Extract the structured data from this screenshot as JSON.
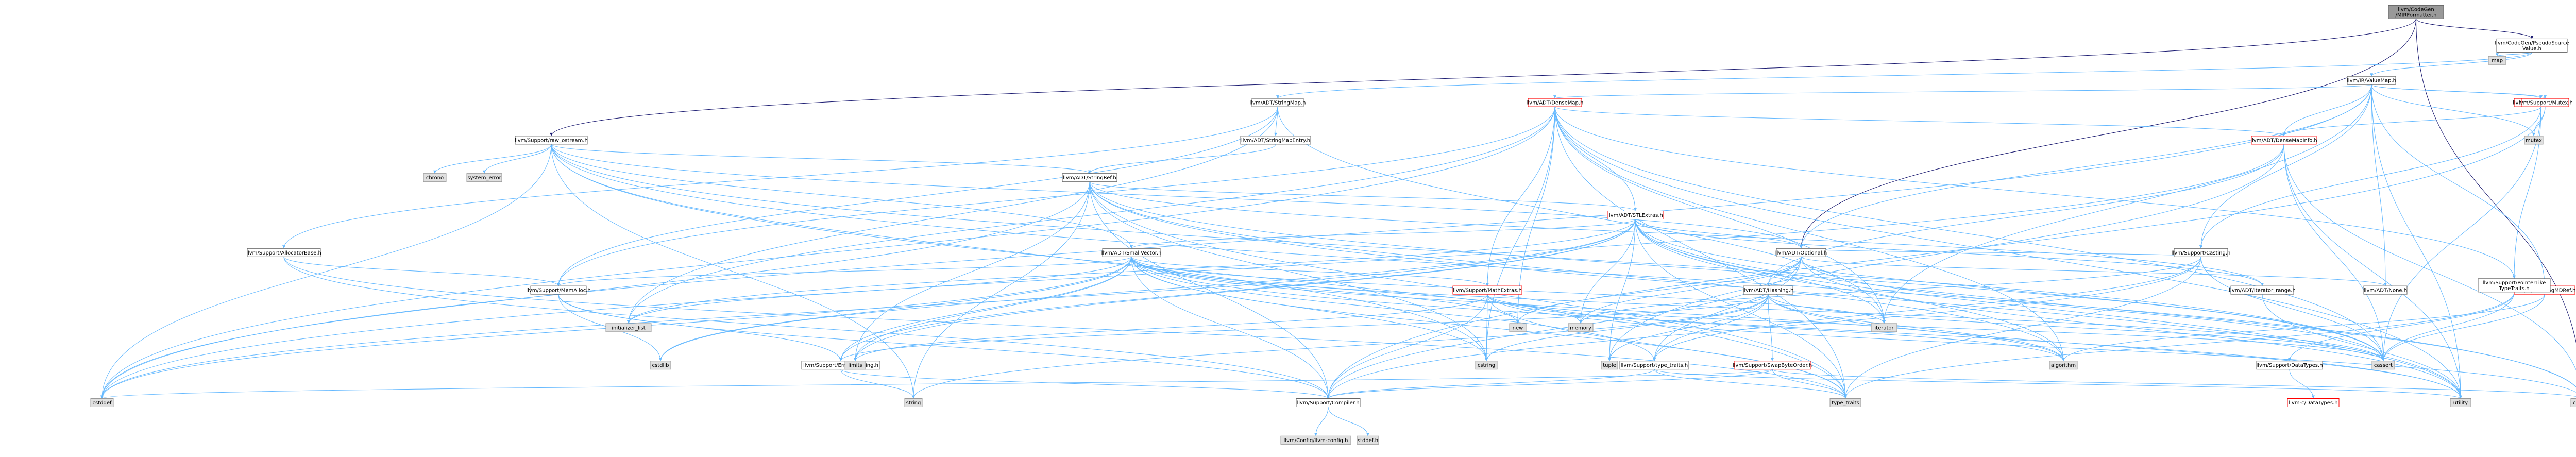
{
  "diagram": {
    "nodes": [
      {
        "id": "root",
        "label": [
          "llvm/CodeGen",
          "/MIRFormatter.h"
        ],
        "kind": "root"
      },
      {
        "id": "pseudo",
        "label": [
          "llvm/CodeGen/PseudoSource",
          "Value.h"
        ],
        "kind": "local"
      },
      {
        "id": "map",
        "label": [
          "map"
        ],
        "kind": "sys"
      },
      {
        "id": "valuemap",
        "label": [
          "llvm/IR/ValueMap.h"
        ],
        "kind": "local"
      },
      {
        "id": "stringmap",
        "label": [
          "llvm/ADT/StringMap.h"
        ],
        "kind": "local"
      },
      {
        "id": "densemap",
        "label": [
          "llvm/ADT/DenseMap.h"
        ],
        "kind": "red"
      },
      {
        "id": "valuehandle",
        "label": [
          "llvm/IR/ValueHandle.h"
        ],
        "kind": "red"
      },
      {
        "id": "mutex",
        "label": [
          "llvm/Support/Mutex.h"
        ],
        "kind": "red"
      },
      {
        "id": "mutexsys",
        "label": [
          "mutex"
        ],
        "kind": "sys"
      },
      {
        "id": "rawostream",
        "label": [
          "llvm/Support/raw_ostream.h"
        ],
        "kind": "local"
      },
      {
        "id": "stringmapentry",
        "label": [
          "llvm/ADT/StringMapEntry.h"
        ],
        "kind": "local"
      },
      {
        "id": "densemapinfo",
        "label": [
          "llvm/ADT/DenseMapInfo.h"
        ],
        "kind": "red"
      },
      {
        "id": "chrono",
        "label": [
          "chrono"
        ],
        "kind": "sys"
      },
      {
        "id": "systemerror",
        "label": [
          "system_error"
        ],
        "kind": "sys"
      },
      {
        "id": "stringref",
        "label": [
          "llvm/ADT/StringRef.h"
        ],
        "kind": "local"
      },
      {
        "id": "stlextras",
        "label": [
          "llvm/ADT/STLExtras.h"
        ],
        "kind": "red"
      },
      {
        "id": "allocbase",
        "label": [
          "llvm/Support/AllocatorBase.h"
        ],
        "kind": "local"
      },
      {
        "id": "smallvector",
        "label": [
          "llvm/ADT/SmallVector.h"
        ],
        "kind": "local"
      },
      {
        "id": "optional",
        "label": [
          "llvm/ADT/Optional.h"
        ],
        "kind": "local"
      },
      {
        "id": "casting",
        "label": [
          "llvm/Support/Casting.h"
        ],
        "kind": "local"
      },
      {
        "id": "memalloc",
        "label": [
          "llvm/Support/MemAlloc.h"
        ],
        "kind": "local"
      },
      {
        "id": "mathextras",
        "label": [
          "llvm/Support/MathExtras.h"
        ],
        "kind": "red"
      },
      {
        "id": "hashing",
        "label": [
          "llvm/ADT/Hashing.h"
        ],
        "kind": "local"
      },
      {
        "id": "iterrange",
        "label": [
          "llvm/ADT/iterator_range.h"
        ],
        "kind": "local"
      },
      {
        "id": "none",
        "label": [
          "llvm/ADT/None.h"
        ],
        "kind": "local"
      },
      {
        "id": "trackingmd",
        "label": [
          "llvm/IR/TrackingMDRef.h"
        ],
        "kind": "red"
      },
      {
        "id": "ptrlike",
        "label": [
          "llvm/Support/PointerLike",
          "TypeTraits.h"
        ],
        "kind": "local"
      },
      {
        "id": "initlist",
        "label": [
          "initializer_list"
        ],
        "kind": "sys"
      },
      {
        "id": "new",
        "label": [
          "new"
        ],
        "kind": "sys"
      },
      {
        "id": "memory",
        "label": [
          "memory"
        ],
        "kind": "sys"
      },
      {
        "id": "iterator",
        "label": [
          "iterator"
        ],
        "kind": "sys"
      },
      {
        "id": "errorhandling",
        "label": [
          "llvm/Support/ErrorHandling.h"
        ],
        "kind": "local"
      },
      {
        "id": "swapbyte",
        "label": [
          "llvm/Support/SwapByteOrder.h"
        ],
        "kind": "red"
      },
      {
        "id": "typetraits",
        "label": [
          "llvm/Support/type_traits.h"
        ],
        "kind": "local"
      },
      {
        "id": "datatypes",
        "label": [
          "llvm/Support/DataTypes.h"
        ],
        "kind": "local"
      },
      {
        "id": "cdatatypes",
        "label": [
          "llvm-c/DataTypes.h"
        ],
        "kind": "red"
      },
      {
        "id": "cstdlib",
        "label": [
          "cstdlib"
        ],
        "kind": "sys"
      },
      {
        "id": "limits",
        "label": [
          "limits"
        ],
        "kind": "sys"
      },
      {
        "id": "cstring",
        "label": [
          "cstring"
        ],
        "kind": "sys"
      },
      {
        "id": "tuple",
        "label": [
          "tuple"
        ],
        "kind": "sys"
      },
      {
        "id": "algorithm",
        "label": [
          "algorithm"
        ],
        "kind": "sys"
      },
      {
        "id": "cassert",
        "label": [
          "cassert"
        ],
        "kind": "sys"
      },
      {
        "id": "cstddef",
        "label": [
          "cstddef"
        ],
        "kind": "sys"
      },
      {
        "id": "string",
        "label": [
          "string"
        ],
        "kind": "sys"
      },
      {
        "id": "compiler",
        "label": [
          "llvm/Support/Compiler.h"
        ],
        "kind": "local"
      },
      {
        "id": "typetraitssys",
        "label": [
          "type_traits"
        ],
        "kind": "sys"
      },
      {
        "id": "utility",
        "label": [
          "utility"
        ],
        "kind": "sys"
      },
      {
        "id": "cstdint",
        "label": [
          "cstdint"
        ],
        "kind": "sys"
      },
      {
        "id": "llvmconfig",
        "label": [
          "llvm/Config/llvm-config.h"
        ],
        "kind": "sys"
      },
      {
        "id": "stddef",
        "label": [
          "stddef.h"
        ],
        "kind": "sys"
      }
    ],
    "edges": [
      [
        "root",
        "pseudo"
      ],
      [
        "root",
        "rawostream"
      ],
      [
        "root",
        "optional"
      ],
      [
        "root",
        "cstdint"
      ],
      [
        "pseudo",
        "valuemap"
      ],
      [
        "pseudo",
        "map"
      ],
      [
        "pseudo",
        "stringmap"
      ],
      [
        "valuemap",
        "densemap"
      ],
      [
        "valuemap",
        "densemapinfo"
      ],
      [
        "valuemap",
        "none"
      ],
      [
        "valuemap",
        "optional"
      ],
      [
        "valuemap",
        "trackingmd"
      ],
      [
        "valuemap",
        "valuehandle"
      ],
      [
        "valuemap",
        "casting"
      ],
      [
        "valuemap",
        "mutex"
      ],
      [
        "valuemap",
        "iterator"
      ],
      [
        "valuemap",
        "cstddef"
      ],
      [
        "valuemap",
        "mutexsys"
      ],
      [
        "valuemap",
        "type_traits_placeholder"
      ],
      [
        "valuemap",
        "utility"
      ],
      [
        "stringmap",
        "stringmapentry"
      ],
      [
        "stringmap",
        "allocbase"
      ],
      [
        "stringmap",
        "memalloc"
      ],
      [
        "stringmap",
        "initlist"
      ],
      [
        "stringmap",
        "iterator"
      ],
      [
        "densemap",
        "densemapinfo"
      ],
      [
        "densemap",
        "stlextras"
      ],
      [
        "densemap",
        "mathextras"
      ],
      [
        "densemap",
        "memalloc"
      ],
      [
        "densemap",
        "ptrlike"
      ],
      [
        "densemap",
        "algorithm"
      ],
      [
        "densemap",
        "cassert"
      ],
      [
        "densemap",
        "cstddef"
      ],
      [
        "densemap",
        "cstring"
      ],
      [
        "densemap",
        "initlist"
      ],
      [
        "densemap",
        "iterator"
      ],
      [
        "densemap",
        "new"
      ],
      [
        "densemap",
        "typetraitssys"
      ],
      [
        "densemap",
        "utility"
      ],
      [
        "valuehandle",
        "densemapinfo"
      ],
      [
        "valuehandle",
        "ptrlike"
      ],
      [
        "valuehandle",
        "casting"
      ],
      [
        "valuehandle",
        "cassert"
      ],
      [
        "mutex",
        "compiler"
      ],
      [
        "mutex",
        "mutexsys"
      ],
      [
        "rawostream",
        "stringref"
      ],
      [
        "rawostream",
        "smallvector"
      ],
      [
        "rawostream",
        "cassert"
      ],
      [
        "rawostream",
        "chrono"
      ],
      [
        "rawostream",
        "cstddef"
      ],
      [
        "rawostream",
        "cstdint"
      ],
      [
        "rawostream",
        "cstring"
      ],
      [
        "rawostream",
        "optional"
      ],
      [
        "rawostream",
        "string"
      ],
      [
        "rawostream",
        "systemerror"
      ],
      [
        "rawostream",
        "typetraitssys"
      ],
      [
        "stringmapentry",
        "stringref"
      ],
      [
        "densemapinfo",
        "hashing"
      ],
      [
        "densemapinfo",
        "cassert"
      ],
      [
        "densemapinfo",
        "cstddef"
      ],
      [
        "densemapinfo",
        "cstdint"
      ],
      [
        "densemapinfo",
        "tuple"
      ],
      [
        "densemapinfo",
        "utility"
      ],
      [
        "stringref",
        "stlextras"
      ],
      [
        "stringref",
        "iterrange"
      ],
      [
        "stringref",
        "compiler"
      ],
      [
        "stringref",
        "algorithm"
      ],
      [
        "stringref",
        "cassert"
      ],
      [
        "stringref",
        "cstddef"
      ],
      [
        "stringref",
        "cstring"
      ],
      [
        "stringref",
        "limits"
      ],
      [
        "stringref",
        "string"
      ],
      [
        "stringref",
        "typetraitssys"
      ],
      [
        "stringref",
        "utility"
      ],
      [
        "stlextras",
        "optional"
      ],
      [
        "stlextras",
        "iterator"
      ],
      [
        "stlextras",
        "iterrange"
      ],
      [
        "stlextras",
        "errorhandling"
      ],
      [
        "stlextras",
        "algorithm"
      ],
      [
        "stlextras",
        "cassert"
      ],
      [
        "stlextras",
        "cstddef"
      ],
      [
        "stlextras",
        "cstdint"
      ],
      [
        "stlextras",
        "cstdlib"
      ],
      [
        "stlextras",
        "initlist"
      ],
      [
        "stlextras",
        "limits"
      ],
      [
        "stlextras",
        "memory"
      ],
      [
        "stlextras",
        "tuple"
      ],
      [
        "stlextras",
        "typetraitssys"
      ],
      [
        "stlextras",
        "utility"
      ],
      [
        "stlextras",
        "smallvector"
      ],
      [
        "allocbase",
        "compiler"
      ],
      [
        "allocbase",
        "memalloc"
      ],
      [
        "allocbase",
        "typetraitssys"
      ],
      [
        "smallvector",
        "compiler"
      ],
      [
        "smallvector",
        "typetraits"
      ],
      [
        "smallvector",
        "algorithm"
      ],
      [
        "smallvector",
        "cassert"
      ],
      [
        "smallvector",
        "cstddef"
      ],
      [
        "smallvector",
        "cstdlib"
      ],
      [
        "smallvector",
        "cstring"
      ],
      [
        "smallvector",
        "functional_placeholder"
      ],
      [
        "smallvector",
        "initlist"
      ],
      [
        "smallvector",
        "iterator"
      ],
      [
        "smallvector",
        "limits"
      ],
      [
        "smallvector",
        "memory"
      ],
      [
        "smallvector",
        "new"
      ],
      [
        "smallvector",
        "typetraitssys"
      ],
      [
        "smallvector",
        "utility"
      ],
      [
        "smallvector",
        "errorhandling"
      ],
      [
        "smallvector",
        "mathextras"
      ],
      [
        "smallvector",
        "memalloc"
      ],
      [
        "optional",
        "hashing"
      ],
      [
        "optional",
        "none"
      ],
      [
        "optional",
        "compiler"
      ],
      [
        "optional",
        "typetraits"
      ],
      [
        "optional",
        "cassert"
      ],
      [
        "optional",
        "memory"
      ],
      [
        "optional",
        "new"
      ],
      [
        "optional",
        "utility"
      ],
      [
        "casting",
        "compiler"
      ],
      [
        "casting",
        "typetraits"
      ],
      [
        "casting",
        "cassert"
      ],
      [
        "casting",
        "memory"
      ],
      [
        "casting",
        "typetraitssys"
      ],
      [
        "casting",
        "optional"
      ],
      [
        "memalloc",
        "compiler"
      ],
      [
        "memalloc",
        "errorhandling"
      ],
      [
        "memalloc",
        "cstdlib"
      ],
      [
        "mathextras",
        "compiler"
      ],
      [
        "mathextras",
        "algorithm"
      ],
      [
        "mathextras",
        "cassert"
      ],
      [
        "mathextras",
        "climits_placeholder"
      ],
      [
        "mathextras",
        "cstdint"
      ],
      [
        "mathextras",
        "cstring"
      ],
      [
        "mathextras",
        "limits"
      ],
      [
        "mathextras",
        "typetraitssys"
      ],
      [
        "hashing",
        "errorhandling"
      ],
      [
        "hashing",
        "swapbyte"
      ],
      [
        "hashing",
        "typetraits"
      ],
      [
        "hashing",
        "algorithm"
      ],
      [
        "hashing",
        "cassert"
      ],
      [
        "hashing",
        "cstring"
      ],
      [
        "hashing",
        "string"
      ],
      [
        "hashing",
        "tuple"
      ],
      [
        "hashing",
        "utility"
      ],
      [
        "iterrange",
        "utility"
      ],
      [
        "trackingmd",
        "algorithm"
      ],
      [
        "trackingmd",
        "cassert"
      ],
      [
        "ptrlike",
        "datatypes"
      ],
      [
        "ptrlike",
        "cassert"
      ],
      [
        "ptrlike",
        "typetraitssys"
      ],
      [
        "errorhandling",
        "compiler"
      ],
      [
        "errorhandling",
        "string"
      ],
      [
        "swapbyte",
        "compiler"
      ],
      [
        "swapbyte",
        "typetraitssys"
      ],
      [
        "swapbyte",
        "cstddef"
      ],
      [
        "swapbyte",
        "cstdint"
      ],
      [
        "typetraits",
        "compiler"
      ],
      [
        "typetraits",
        "typetraitssys"
      ],
      [
        "typetraits",
        "utility"
      ],
      [
        "datatypes",
        "cdatatypes"
      ],
      [
        "compiler",
        "llvmconfig"
      ],
      [
        "compiler",
        "stddef"
      ]
    ]
  }
}
